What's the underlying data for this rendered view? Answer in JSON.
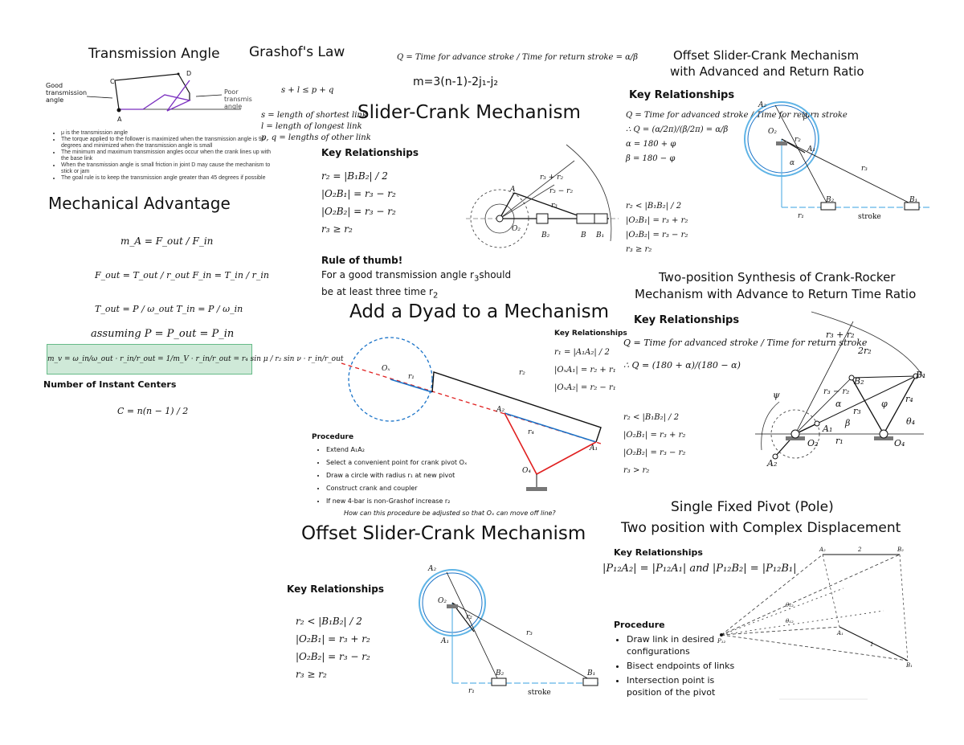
{
  "transmission": {
    "title": "Transmission Angle",
    "good_label": "Good transmission angle",
    "poor_label": "Poor transmis angle",
    "pts": [
      "C",
      "D",
      "A"
    ],
    "notes": [
      "μ is the transmission angle",
      "The torque applied to the follower is maximized when the transmission angle is 90 degrees and minimized when the transmission angle is small",
      "The minimum and maximum transmission angles occur when the crank lines up with the base link",
      "When the transmission angle is small friction in joint D may cause the mechanism to stick or jam",
      "The goal rule is to keep the transmission angle greater than 45 degrees if possible"
    ]
  },
  "grashof": {
    "title": "Grashof's Law",
    "eq": "s + l ≤ p + q",
    "defs": [
      "s = length of shortest link",
      "l = length of longest link",
      "p, q = lengths of other link"
    ]
  },
  "top_eq": {
    "q": "Q = Time for advance stroke / Time for return stroke = α/β",
    "m": "m=3(n-1)-2j₁-j₂"
  },
  "mech_adv": {
    "title": "Mechanical Advantage",
    "ma": "m_A = F_out / F_in",
    "f": "F_out = T_out / r_out     F_in = T_in / r_in",
    "t": "T_out = P / ω_out     T_in = P / ω_in",
    "assuming": "assuming  P = P_out = P_in",
    "boxed": "m_v = ω_in/ω_out · r_in/r_out = 1/m_V · r_in/r_out = r₄ sin μ / r₂ sin ν · r_in/r_out"
  },
  "instant_centers": {
    "title": "Number of Instant Centers",
    "eq": "C = n(n − 1) / 2"
  },
  "slider_crank": {
    "title": "Slider-Crank Mechanism",
    "kr": "Key Relationships",
    "eqs": [
      "r₂ = |B₁B₂| / 2",
      "|O₂B₁| = r₃ − r₂",
      "|O₂B₂| = r₃ − r₂",
      "r₃ ≥ r₂"
    ],
    "rule_title": "Rule of thumb!",
    "rule_text_1": "For a good transmission angle r",
    "rule_text_2": "should",
    "rule_text_3": "be at least three time r",
    "labels": [
      "r₃ + r₂",
      "r₃ − r₂",
      "A",
      "O₂",
      "B₂",
      "B",
      "B₁",
      "r₂",
      "r₃"
    ]
  },
  "dyad": {
    "title": "Add a Dyad to a Mechanism",
    "kr": "Key Relationships",
    "eqs": [
      "r₁ = |A₁A₂| / 2",
      "|OₓA₁| = r₂ + r₁",
      "|OₓA₂| = r₂ − r₁"
    ],
    "proc_title": "Procedure",
    "steps": [
      "Extend A₁A₂",
      "Select a convenient point for crank pivot Oₓ",
      "Draw a circle with radius r₁ at new pivot",
      "Construct crank and coupler",
      "If new 4-bar is non-Grashof increase r₂"
    ],
    "question": "How can this procedure be adjusted so that Oₓ can move off line?",
    "labels": [
      "Oₓ",
      "r₁",
      "r₂",
      "A₂",
      "A₁",
      "r₄",
      "O₄"
    ]
  },
  "offset_slider": {
    "title": "Offset Slider-Crank Mechanism",
    "kr": "Key Relationships",
    "eqs": [
      "r₂ < |B₁B₂| / 2",
      "|O₂B₁| = r₃ + r₂",
      "|O₂B₂| = r₃ − r₂",
      "r₃ ≥ r₂"
    ],
    "labels": [
      "A₂",
      "O₂",
      "r₂",
      "A₁",
      "r₃",
      "B₂",
      "B₁",
      "r₁",
      "stroke"
    ]
  },
  "offset_ratio": {
    "title_1": "Offset Slider-Crank Mechanism",
    "title_2": "with Advanced and Return Ratio",
    "kr": "Key Relationships",
    "eqs": [
      "Q = Time for advanced stroke / Time for return stroke",
      "∴ Q = (α/2π)/(β/2π) = α/β",
      "α = 180 + φ",
      "β = 180 − φ"
    ],
    "eqs2": [
      "r₂ < |B₁B₂| / 2",
      "|O₂B₁| = r₃ + r₂",
      "|O₂B₂| = r₃ − r₂",
      "r₃ ≥ r₂"
    ],
    "labels": [
      "A₂",
      "β",
      "O₂",
      "r₂",
      "A₁",
      "α",
      "r₃",
      "B₂",
      "B₁",
      "r₁",
      "stroke"
    ]
  },
  "two_position": {
    "title_1": "Two-position Synthesis of Crank-Rocker",
    "title_2": "Mechanism with Advance to Return Time Ratio",
    "kr": "Key Relationships",
    "eqs": [
      "Q = Time for advanced stroke / Time for return stroke",
      "∴ Q = (180 + α)/(180 − α)"
    ],
    "eqs2": [
      "r₂ < |B₁B₂| / 2",
      "|O₂B₁| = r₃ + r₂",
      "|O₂B₂| = r₃ − r₂",
      "r₃ > r₂"
    ],
    "labels": [
      "r₃ + r₂",
      "2r₂",
      "r₃ − r₂",
      "B₂",
      "B₁",
      "r₄",
      "ψ",
      "α",
      "φ",
      "θ₄",
      "r₃",
      "β",
      "A₁",
      "O₂",
      "r₁",
      "O₄",
      "A₂"
    ]
  },
  "pole": {
    "title_1": "Single Fixed Pivot (Pole)",
    "title_2": "Two position with Complex Displacement",
    "kr": "Key Relationships",
    "eq": "|P₁₂A₂| = |P₁₂A₁|  and  |P₁₂B₂| = |P₁₂B₁|",
    "proc_title": "Procedure",
    "steps": [
      "Draw link in desired configurations",
      "Bisect endpoints of links",
      "Intersection point is position of the pivot"
    ],
    "labels": [
      "A₂",
      "2",
      "B₂",
      "A₁",
      "1",
      "B₁",
      "P₁₂",
      "θ₁₂",
      "θ₁₂"
    ]
  },
  "colors": {
    "accent_blue": "#1a73c8",
    "red": "#e02020",
    "purple": "#7a2fbf",
    "green_box": "#cfe9d8",
    "stroke_blue": "#5fb4e6"
  }
}
